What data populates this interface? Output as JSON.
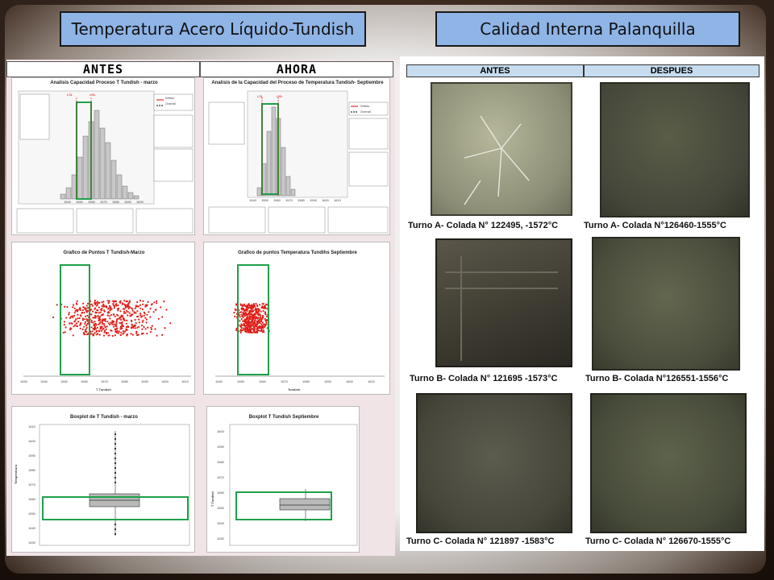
{
  "titles": {
    "left": "Temperatura Acero Líquido-Tundish",
    "right": "Calidad Interna Palanquilla"
  },
  "left_panel": {
    "header_before": "ANTES",
    "header_after": "AHORA",
    "capability_before": {
      "title": "Analisis Capacidad Proceso T Tundish - marzo",
      "lsl": "LSL",
      "usl": "USL",
      "legend": [
        "Within",
        "Overall"
      ],
      "x_ticks": [
        "1540",
        "1550",
        "1560",
        "1570",
        "1580",
        "1590",
        "1600"
      ]
    },
    "capability_after": {
      "title": "Analisis de la Capacidad del Proceso de Temperatura Tundish- Septiembre",
      "lsl": "LSL",
      "usl": "USL",
      "legend": [
        "Within",
        "Overall"
      ],
      "x_ticks": [
        "1540",
        "1550",
        "1560",
        "1570",
        "1580",
        "1590",
        "1600",
        "1610"
      ]
    },
    "dot_before": {
      "title": "Grafico de Puntos T Tundish-Marzo",
      "xlabel": "T Tundish",
      "x_ticks": [
        "1530",
        "1540",
        "1550",
        "1560",
        "1570",
        "1580",
        "1590",
        "1600",
        "1610"
      ]
    },
    "dot_after": {
      "title": "Grafico de puntos Temperatura Tundihs Septiembre",
      "xlabel": "Tundish",
      "x_ticks": [
        "1540",
        "1550",
        "1560",
        "1570",
        "1580",
        "1590",
        "1600",
        "1610"
      ]
    },
    "box_before": {
      "title": "Boxplot de T Tundish - marzo",
      "ylabel": "Temperatura",
      "y_ticks": [
        "1610",
        "1600",
        "1590",
        "1580",
        "1570",
        "1560",
        "1550",
        "1540",
        "1530"
      ]
    },
    "box_after": {
      "title": "Boxplot T Tundish Septiembre",
      "ylabel": "T Tundish",
      "y_ticks": [
        "1600",
        "1590",
        "1580",
        "1570",
        "1560",
        "1550",
        "1540",
        "1530"
      ]
    }
  },
  "right_panel": {
    "col_before": "ANTES",
    "col_after": "DESPUES",
    "captions": [
      [
        "Turno A- Colada N° 122495, -1572°C",
        "Turno A- Colada N°126460-1555°C"
      ],
      [
        "Turno B- Colada N° 121695 -1573°C",
        "Turno B- Colada N°126551-1556°C"
      ],
      [
        "Turno C- Colada N° 121897 -1583°C",
        "Turno C- Colada N° 126670-1555°C"
      ]
    ]
  },
  "colors": {
    "title_bg": "#8fb4e6",
    "spec_box": "#1fa04a",
    "dots": "#e0201a",
    "header_bg": "#c7dcef"
  }
}
